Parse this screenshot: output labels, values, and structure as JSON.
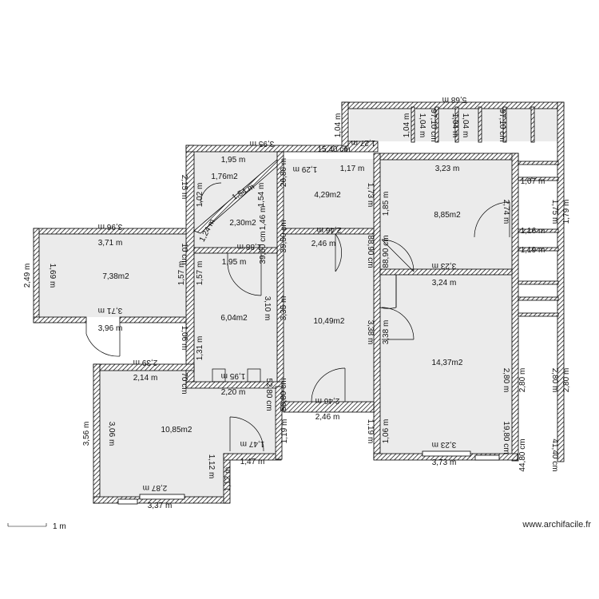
{
  "watermark": "www.archifacile.fr",
  "scale": {
    "label": "1 m"
  },
  "rooms": [
    {
      "id": "living-left",
      "area": "7,38m2"
    },
    {
      "id": "wc-triangle",
      "area": "1,76m2"
    },
    {
      "id": "corridor-small",
      "area": "2,30m2"
    },
    {
      "id": "room-4",
      "area": "4,29m2"
    },
    {
      "id": "room-885",
      "area": "8,85m2"
    },
    {
      "id": "room-604",
      "area": "6,04m2"
    },
    {
      "id": "room-1049",
      "area": "10,49m2"
    },
    {
      "id": "room-1437",
      "area": "14,37m2"
    },
    {
      "id": "room-1085",
      "area": "10,85m2"
    }
  ],
  "dimensions": [
    "3,95 m",
    "1,95 m",
    "1,17 m",
    "3,23 m",
    "4,29m2",
    "1,73 m",
    "1,85 m",
    "2,74 m",
    "2,46 m",
    "2,46 m",
    "3,96 m",
    "3,71 m",
    "3,71 m",
    "3,96 m",
    "2,49 m",
    "1,69 m",
    "1,57 m",
    "1,57 m",
    "1,88 m",
    "1,95 m",
    "3,10 m",
    "3,35 m",
    "3,38 m",
    "3,38 m",
    "3,23 m",
    "3,24 m",
    "2,15 m",
    "1,06 m",
    "2,39 m",
    "2,14 m",
    "2,20 m",
    "1,95 m",
    "2,46 m",
    "2,46 m",
    "3,56 m",
    "3,06 m",
    "1,12 m",
    "1,12 m",
    "1,47 m",
    "1,47 m",
    "2,87 m",
    "3,37 m",
    "1,19 m",
    "1,19 m",
    "1,06 m",
    "1,19 m",
    "3,23 m",
    "3,73 m",
    "2,80 m",
    "2,80 m",
    "2,80 m",
    "2,80 m",
    "1,54 m",
    "1,46 m",
    "1,24 m",
    "1,54 m",
    "1,29 m",
    "1,27 m",
    "15,40 cm",
    "39,50 cm",
    "39,50 cm",
    "26,80 m",
    "88,90 cm",
    "88,90 cm",
    "5,68 m",
    "1,04 m",
    "1,04 m",
    "1,04 m",
    "1,04 m",
    "1,04 m",
    "97,10 cm",
    "97,10 cm",
    "1,07 m",
    "1,16 m",
    "1,19 m",
    "1,75 m",
    "1,79 m",
    "41,40 cm",
    "44,80 cm",
    "19,80 cm",
    "10 cm",
    "70 cm",
    "10 cm",
    "70 cm",
    "52,80 cm",
    "50,80 cm",
    "1,31 m",
    "1,02 m",
    "1,36 m"
  ]
}
